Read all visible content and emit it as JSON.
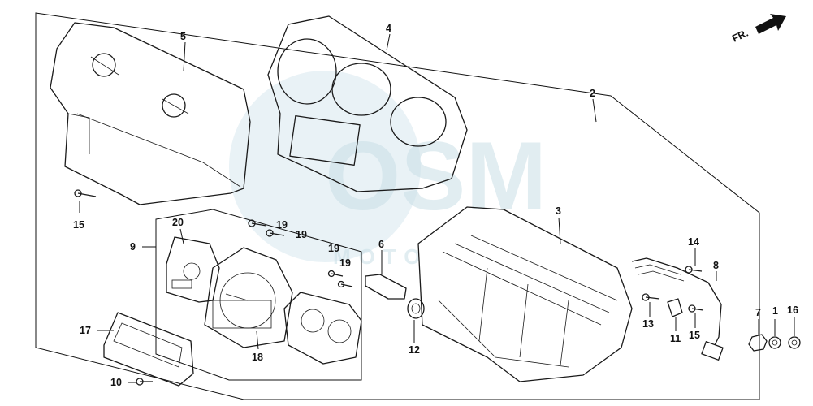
{
  "diagram": {
    "direction_label": "FR.",
    "watermark": {
      "main": "OSM",
      "sub": "MOTO"
    },
    "callouts": [
      {
        "id": "c-5",
        "text": "5"
      },
      {
        "id": "c-4",
        "text": "4"
      },
      {
        "id": "c-2",
        "text": "2"
      },
      {
        "id": "c-3",
        "text": "3"
      },
      {
        "id": "c-15a",
        "text": "15"
      },
      {
        "id": "c-20",
        "text": "20"
      },
      {
        "id": "c-19a",
        "text": "19"
      },
      {
        "id": "c-19b",
        "text": "19"
      },
      {
        "id": "c-19c",
        "text": "19"
      },
      {
        "id": "c-19d",
        "text": "19"
      },
      {
        "id": "c-9",
        "text": "9"
      },
      {
        "id": "c-6",
        "text": "6"
      },
      {
        "id": "c-17",
        "text": "17"
      },
      {
        "id": "c-18",
        "text": "18"
      },
      {
        "id": "c-12",
        "text": "12"
      },
      {
        "id": "c-10",
        "text": "10"
      },
      {
        "id": "c-14",
        "text": "14"
      },
      {
        "id": "c-8",
        "text": "8"
      },
      {
        "id": "c-13",
        "text": "13"
      },
      {
        "id": "c-11",
        "text": "11"
      },
      {
        "id": "c-15b",
        "text": "15"
      },
      {
        "id": "c-7",
        "text": "7"
      },
      {
        "id": "c-1",
        "text": "1"
      },
      {
        "id": "c-16",
        "text": "16"
      }
    ]
  }
}
